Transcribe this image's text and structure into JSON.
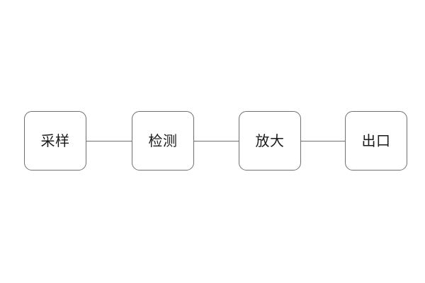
{
  "diagram": {
    "title": "",
    "background_color": "#ffffff",
    "node_border_color": "#6f6f6f",
    "node_fill_color": "#ffffff",
    "connector_color": "#6f6f6f",
    "label_color": "#1a1a1a",
    "orientation": "horizontal-left-to-right",
    "nodes": [
      {
        "id": "sampling",
        "label": "采样"
      },
      {
        "id": "detection",
        "label": "检测"
      },
      {
        "id": "amplification",
        "label": "放大"
      },
      {
        "id": "outlet",
        "label": "出口"
      }
    ],
    "connectors": [
      {
        "from": "sampling",
        "to": "detection"
      },
      {
        "from": "detection",
        "to": "amplification"
      },
      {
        "from": "amplification",
        "to": "outlet"
      }
    ]
  }
}
